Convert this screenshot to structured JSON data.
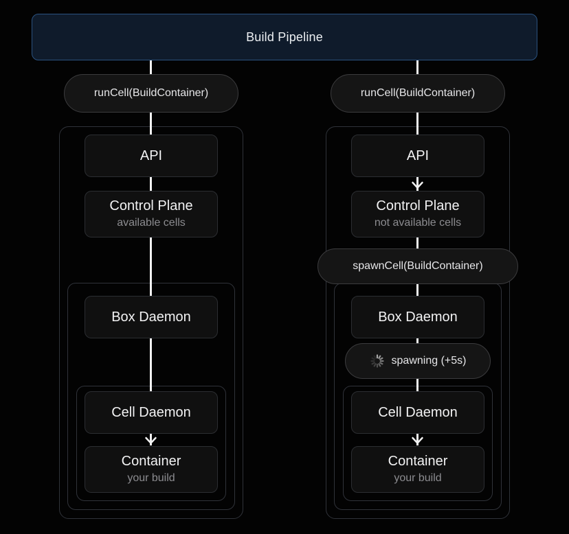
{
  "header": {
    "title": "Build Pipeline"
  },
  "columns": [
    {
      "run_pill": "runCell(BuildContainer)",
      "api_label": "API",
      "control_plane_label": "Control Plane",
      "control_plane_subtitle": "available cells",
      "box_daemon_label": "Box Daemon",
      "cell_daemon_label": "Cell Daemon",
      "container_label": "Container",
      "container_subtitle": "your build"
    },
    {
      "run_pill": "runCell(BuildContainer)",
      "api_label": "API",
      "control_plane_label": "Control Plane",
      "control_plane_subtitle": "not available cells",
      "spawn_pill": "spawnCell(BuildContainer)",
      "spawning_pill": "spawning (+5s)",
      "box_daemon_label": "Box Daemon",
      "cell_daemon_label": "Cell Daemon",
      "container_label": "Container",
      "container_subtitle": "your build"
    }
  ],
  "icons": {
    "spinner": "spinner-icon",
    "arrow_down": "arrow-down-icon"
  },
  "colors": {
    "page_bg": "#030303",
    "header_bg": "#0f1b2b",
    "header_border": "#2b5381",
    "node_bg": "#101010",
    "node_border": "#2c2e32",
    "group_border": "#30333a",
    "pill_bg": "#151515",
    "pill_border": "#3c3c3e",
    "flow_line": "#f2f2f2",
    "label_text": "#f2f2f3",
    "subtitle_text": "#8c8c90"
  }
}
